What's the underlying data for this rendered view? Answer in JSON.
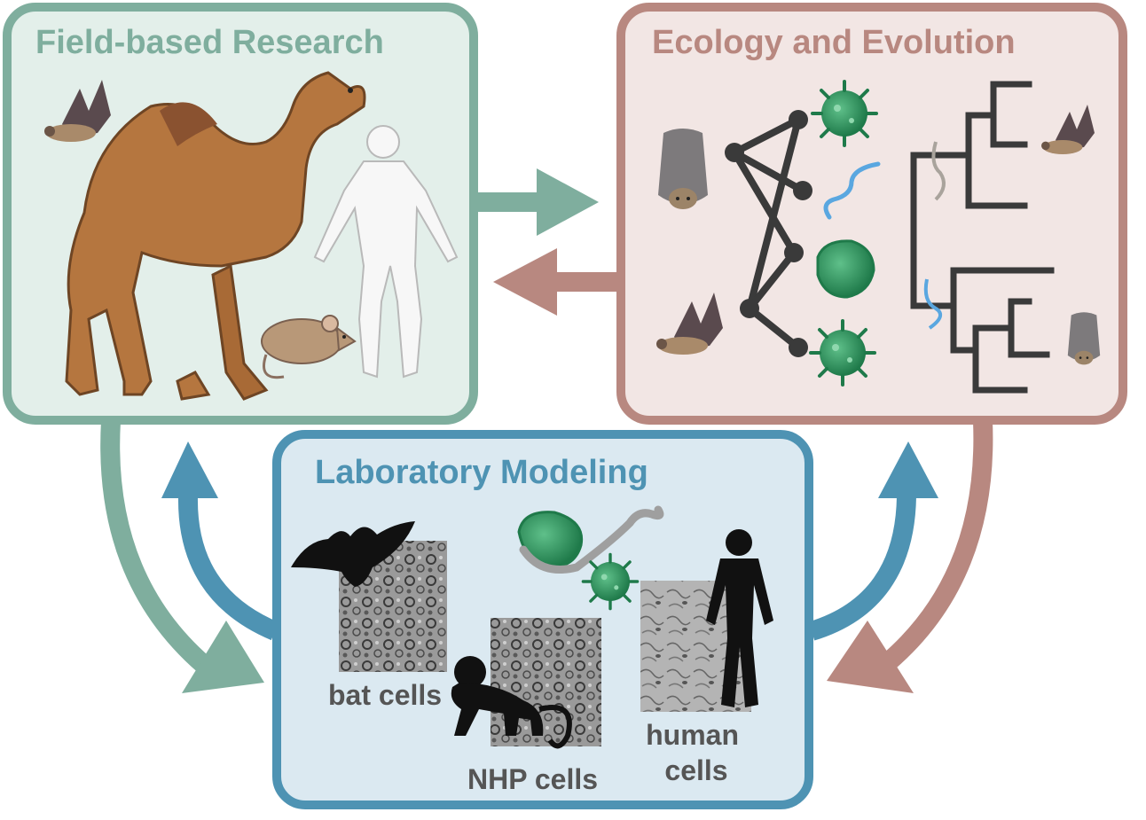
{
  "panels": {
    "field": {
      "title": "Field-based Research",
      "color": "#7fae9e",
      "fill": "#e3efea"
    },
    "ecology": {
      "title": "Ecology and Evolution",
      "color": "#b88880",
      "fill": "#f2e6e4"
    },
    "lab": {
      "title": "Laboratory Modeling",
      "color": "#4e93b3",
      "fill": "#dbe9f1"
    }
  },
  "cell_labels": {
    "bat": "bat cells",
    "nhp": "NHP cells",
    "human_line1": "human",
    "human_line2": "cells"
  },
  "icons": [
    "bat-icon",
    "camel-icon",
    "human-figure-icon",
    "mouse-icon",
    "virus-icon",
    "ebola-virus-icon",
    "network-graph-icon",
    "phylogenetic-tree-icon",
    "bat-silhouette-icon",
    "monkey-silhouette-icon",
    "human-silhouette-icon",
    "cell-micrograph-icon"
  ]
}
